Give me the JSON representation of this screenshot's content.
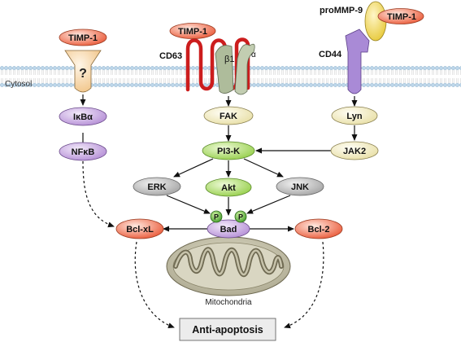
{
  "labels": {
    "timp1_left": "TIMP-1",
    "question_mark": "?",
    "timp1_center": "TIMP-1",
    "cd63": "CD63",
    "beta1": "β1",
    "alpha": "α",
    "prommp9": "proMMP-9",
    "timp1_right": "TIMP-1",
    "cd44": "CD44",
    "cytosol": "Cytosol",
    "ikba": "IκBα",
    "nfkb": "NFκB",
    "fak": "FAK",
    "lyn": "Lyn",
    "pi3k": "PI3-K",
    "jak2": "JAK2",
    "erk": "ERK",
    "akt": "Akt",
    "jnk": "JNK",
    "phospho_left": "P",
    "phospho_right": "P",
    "bad": "Bad",
    "bclxl": "Bcl-xL",
    "bcl2": "Bcl-2",
    "mitochondria": "Mitochondria",
    "anti_apoptosis": "Anti-apoptosis"
  },
  "colors": {
    "timp": "#f07a5a",
    "purple": "#c9a6e2",
    "cream": "#f6f0c8",
    "green": "#b9e07a",
    "gray_node": "#bfbfbf",
    "peach": "#f8d9a8",
    "cd63_red": "#cc1d1d",
    "integrin_green": "#aab897",
    "cd44_purple": "#a98ad6",
    "prommp9_yellow": "#f3dd63",
    "membrane_head": "#b8d2e6",
    "mito_fill": "#c9c6b0"
  }
}
